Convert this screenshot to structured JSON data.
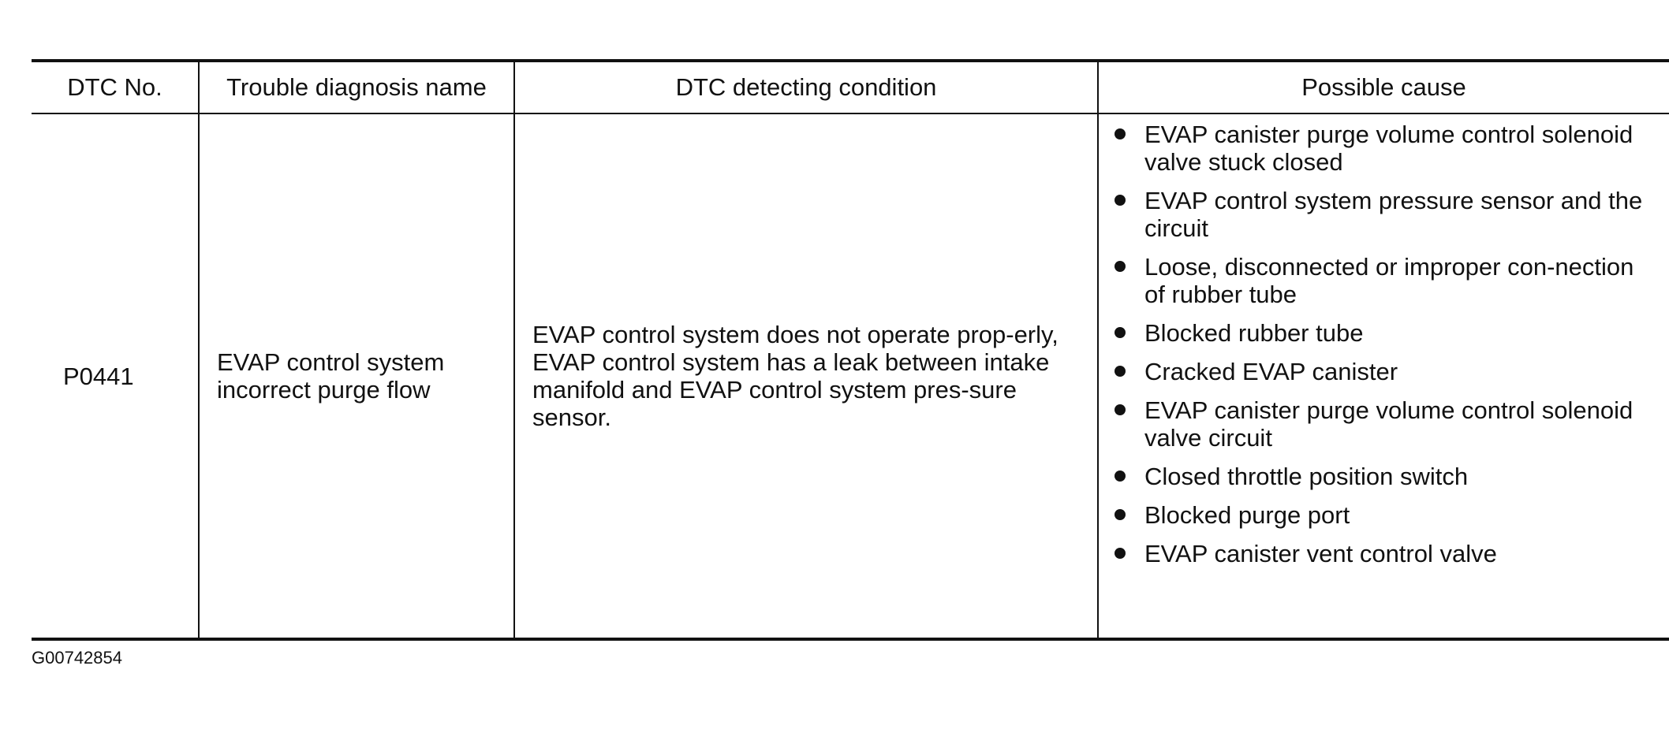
{
  "table": {
    "headers": [
      "DTC No.",
      "Trouble diagnosis name",
      "DTC detecting condition",
      "Possible cause"
    ],
    "row": {
      "dtc_no": "P0441",
      "diagnosis_name": "EVAP control system incorrect purge flow",
      "detecting_condition": "EVAP control system does not operate prop-erly, EVAP control system has a leak between intake manifold and EVAP control system pres-sure sensor.",
      "possible_causes": [
        "EVAP canister purge volume control solenoid valve stuck closed",
        "EVAP control system pressure sensor and the circuit",
        "Loose, disconnected or improper con-nection of rubber tube",
        "Blocked rubber tube",
        "Cracked EVAP canister",
        "EVAP canister purge volume control solenoid valve circuit",
        "Closed throttle position switch",
        "Blocked purge port",
        "EVAP canister vent control valve"
      ]
    }
  },
  "footer": {
    "figure_code": "G00742854"
  }
}
